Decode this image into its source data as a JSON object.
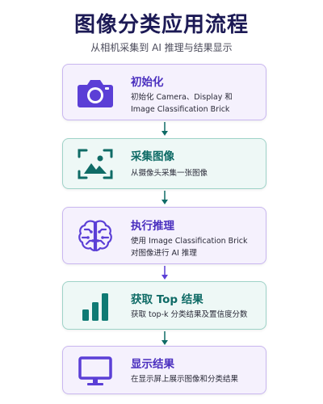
{
  "title": "图像分类应用流程",
  "subtitle": "从相机采集到 AI 推理与结果显示",
  "steps": [
    {
      "title": "初始化",
      "desc_lines": [
        "初始化 Camera、Display 和",
        "Image Classification Brick"
      ],
      "icon": "camera-icon",
      "color": "#5b3fd6"
    },
    {
      "title": "采集图像",
      "desc_lines": [
        "从摄像头采集一张图像"
      ],
      "icon": "image-frame-icon",
      "color": "#0f7a74"
    },
    {
      "title": "执行推理",
      "desc_lines": [
        "使用 Image Classification Brick",
        "对图像进行 AI 推理"
      ],
      "icon": "brain-icon",
      "color": "#5b3fd6"
    },
    {
      "title": "获取 Top 结果",
      "desc_lines": [
        "获取 top-k 分类结果及置信度分数"
      ],
      "icon": "bar-chart-icon",
      "color": "#0f7a74"
    },
    {
      "title": "显示结果",
      "desc_lines": [
        "在显示屏上展示图像和分类结果"
      ],
      "icon": "monitor-icon",
      "color": "#5b3fd6"
    }
  ]
}
